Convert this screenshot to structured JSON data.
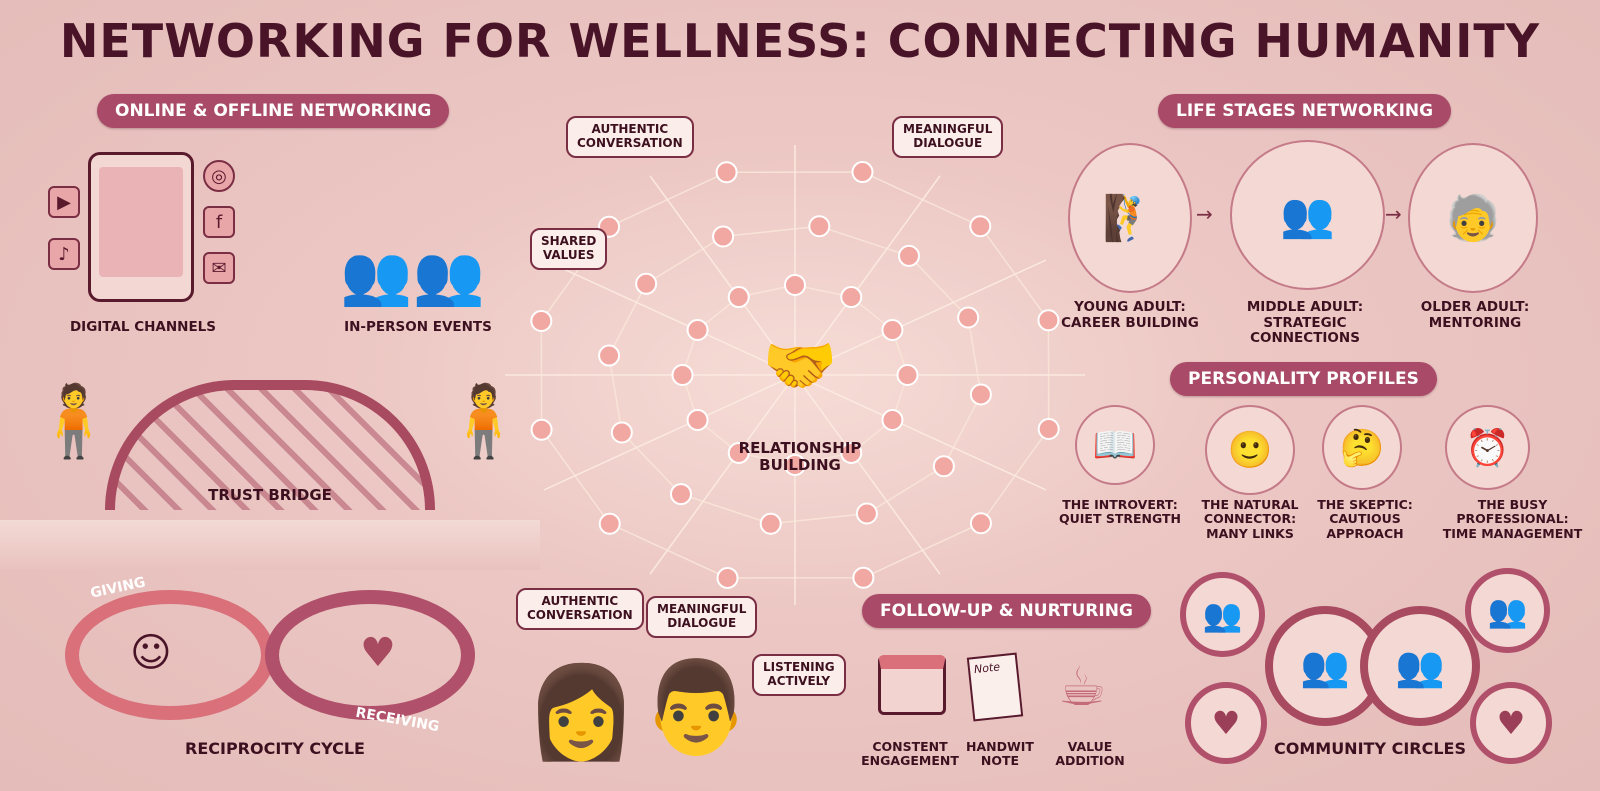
{
  "title": "NETWORKING FOR WELLNESS: CONNECTING HUMANITY",
  "sections": {
    "online_offline": {
      "label": "ONLINE & OFFLINE NETWORKING",
      "digital": "DIGITAL CHANNELS",
      "inperson": "IN-PERSON EVENTS"
    },
    "trust_bridge": "TRUST BRIDGE",
    "reciprocity": {
      "label": "RECIPROCITY CYCLE",
      "giving": "GIVING",
      "receiving": "RECEIVING"
    },
    "center": {
      "label": "RELATIONSHIP\nBUILDING",
      "bubbles": [
        "AUTHENTIC\nCONVERSATION",
        "MEANINGFUL\nDIALOGUE",
        "SHARED\nVALUES"
      ]
    },
    "conversation": {
      "bubbles": [
        "AUTHENTIC\nCONVERSATION",
        "MEANINGFUL\nDIALOGUE",
        "LISTENING\nACTIVELY"
      ]
    },
    "followup": {
      "label": "FOLLOW-UP & NURTURING",
      "items": [
        "CONSTENT\nENGAGEMENT",
        "HANDWIT\nNOTE",
        "VALUE\nADDITION"
      ],
      "note_text": "Note"
    },
    "life_stages": {
      "label": "LIFE STAGES NETWORKING",
      "items": [
        "YOUNG ADULT:\nCAREER BUILDING",
        "MIDDLE ADULT:\nSTRATEGIC CONNECTIONS",
        "OLDER ADULT:\nMENTORING"
      ]
    },
    "personality": {
      "label": "PERSONALITY PROFILES",
      "items": [
        "THE INTROVERT:\nQUIET STRENGTH",
        "THE NATURAL\nCONNECTOR:\nMANY LINKS",
        "THE SKEPTIC:\nCAUTIOUS\nAPPROACH",
        "THE BUSY\nPROFESSIONAL:\nTIME MANAGEMENT"
      ]
    },
    "community": {
      "label": "COMMUNITY CIRCLES"
    }
  },
  "colors": {
    "background": "#e8c0bd",
    "title": "#4a1428",
    "pill": "#a94a68",
    "accent": "#e2707a"
  }
}
